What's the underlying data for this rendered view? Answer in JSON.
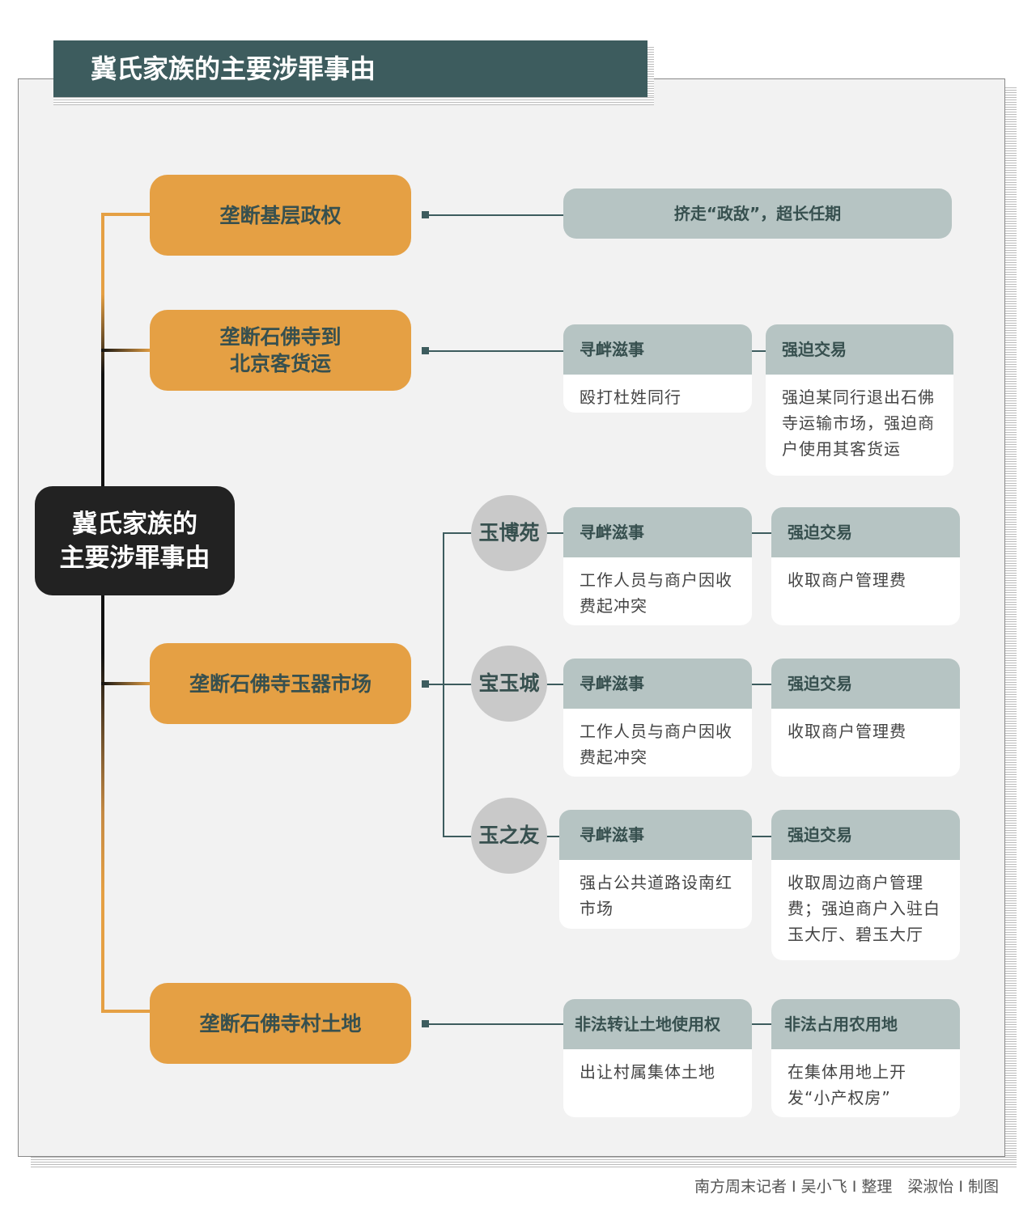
{
  "title": "冀氏家族的主要涉罪事由",
  "root": {
    "line1": "冀氏家族的",
    "line2": "主要涉罪事由"
  },
  "categories": [
    {
      "line1": "垄断基层政权",
      "line2": ""
    },
    {
      "line1": "垄断石佛寺到",
      "line2": "北京客货运"
    },
    {
      "line1": "垄断石佛寺玉器市场",
      "line2": ""
    },
    {
      "line1": "垄断石佛寺村土地",
      "line2": ""
    }
  ],
  "row1": {
    "text": "挤走“政敌”，超长任期"
  },
  "row2": [
    {
      "head": "寻衅滋事",
      "body": "殴打杜姓同行"
    },
    {
      "head": "强迫交易",
      "body": "强迫某同行退出石佛寺运输市场，强迫商户使用其客货运"
    }
  ],
  "markets": [
    {
      "name": "玉博苑",
      "cards": [
        {
          "head": "寻衅滋事",
          "body": "工作人员与商户因收费起冲突"
        },
        {
          "head": "强迫交易",
          "body": "收取商户管理费"
        }
      ]
    },
    {
      "name": "宝玉城",
      "cards": [
        {
          "head": "寻衅滋事",
          "body": "工作人员与商户因收费起冲突"
        },
        {
          "head": "强迫交易",
          "body": "收取商户管理费"
        }
      ]
    },
    {
      "name": "玉之友",
      "cards": [
        {
          "head": "寻衅滋事",
          "body": "强占公共道路设南红市场"
        },
        {
          "head": "强迫交易",
          "body": "收取周边商户管理费；强迫商户入驻白玉大厅、碧玉大厅"
        }
      ]
    }
  ],
  "row4": [
    {
      "head": "非法转让土地使用权",
      "body": "出让村属集体土地"
    },
    {
      "head": "非法占用农用地",
      "body": "在集体用地上开发“小产权房”"
    }
  ],
  "credit": "南方周末记者 I 吴小飞 I 整理　梁淑怡 I 制图",
  "colors": {
    "banner": "#3d5c5e",
    "category": "#e5a044",
    "card_header": "#b6c4c3",
    "root": "#222222"
  }
}
